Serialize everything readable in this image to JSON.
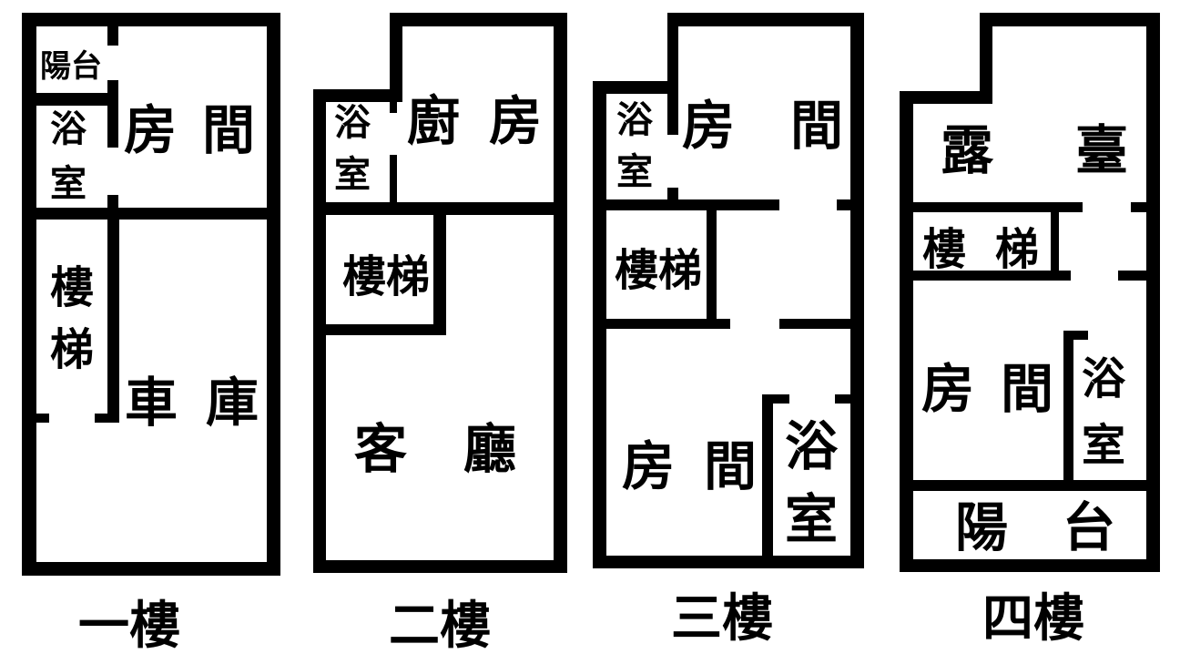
{
  "floors": [
    {
      "caption": "一樓",
      "rooms": {
        "balcony": "陽台",
        "bath_1": "浴",
        "bath_2": "室",
        "room_1": "房",
        "room_2": "間",
        "stair_1": "樓",
        "stair_2": "梯",
        "garage_1": "車",
        "garage_2": "庫"
      }
    },
    {
      "caption": "二樓",
      "rooms": {
        "bath_1": "浴",
        "bath_2": "室",
        "kitchen_1": "廚",
        "kitchen_2": "房",
        "stairs": "樓梯",
        "living_1": "客",
        "living_2": "廳"
      }
    },
    {
      "caption": "三樓",
      "rooms": {
        "bath_top_1": "浴",
        "bath_top_2": "室",
        "room_top_1": "房",
        "room_top_2": "間",
        "stairs": "樓梯",
        "room_bottom_1": "房",
        "room_bottom_2": "間",
        "bath_bottom_1": "浴",
        "bath_bottom_2": "室"
      }
    },
    {
      "caption": "四樓",
      "rooms": {
        "terrace_1": "露",
        "terrace_2": "臺",
        "stair_1": "樓",
        "stair_2": "梯",
        "room_1": "房",
        "room_2": "間",
        "bath_1": "浴",
        "bath_2": "室",
        "balcony_1": "陽",
        "balcony_2": "台"
      }
    }
  ]
}
